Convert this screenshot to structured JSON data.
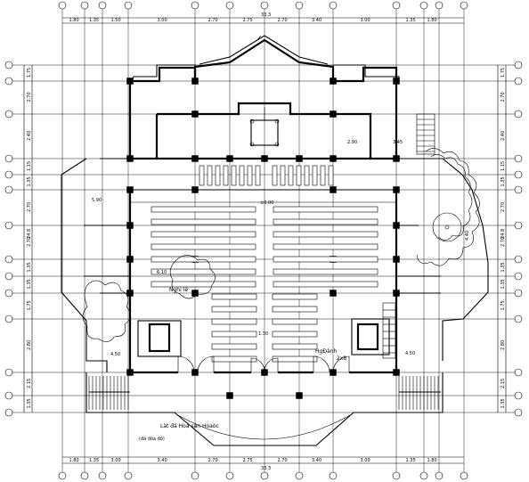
{
  "plan": {
    "top_total": "33.3",
    "bottom_total": "33.3",
    "side_total_left": "24.8",
    "side_total_right": "24.8",
    "top_dims": [
      "1.80",
      "1.35",
      "1.50",
      "3.00",
      "2.70",
      "2.75",
      "2.70",
      "3.40",
      "3.00",
      "1.35",
      "1.80"
    ],
    "bottom_dims": [
      "1.80",
      "1.35",
      "3.00",
      "3.40",
      "2.70",
      "2.75",
      "2.70",
      "3.40",
      "3.00",
      "1.35",
      "1.80"
    ],
    "left_dims": [
      "1.75",
      "2.70",
      "2.40",
      "1.15",
      "1.35",
      "2.70",
      "2.70",
      "1.35",
      "1.35",
      "1.75",
      "2.80",
      "2.15",
      "1.35"
    ],
    "right_dims": [
      "1.75",
      "2.70",
      "2.40",
      "1.15",
      "1.35",
      "2.70",
      "2.70",
      "1.35",
      "1.35",
      "1.75",
      "2.80",
      "2.15",
      "1.35"
    ],
    "room_labels": {
      "left_room": "Nghỉ lê",
      "right_room": "HgĐành",
      "right_room_no": "2x8",
      "bottom_title": "Làt đá Hoa sân Hoaòc",
      "bottom_sub": "(đá đỏa đố)"
    },
    "level_marks": {
      "center_level": "±0.00",
      "dim_590": "5.90",
      "dim_610": "6.10",
      "dim_450a": "4.50",
      "dim_450b": "4.50",
      "dim_290": "2.90",
      "dim_345": "3.45",
      "dim_130": "1.30",
      "dim_440": "4.40"
    }
  }
}
